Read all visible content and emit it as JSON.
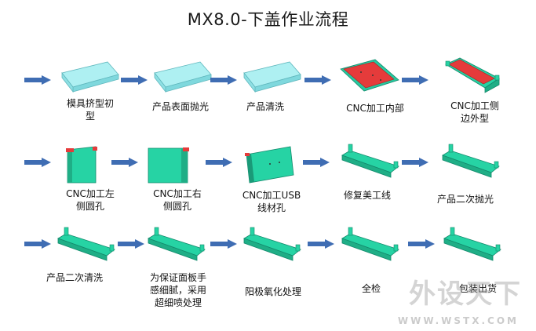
{
  "title": "MX8.0-下盖作业流程",
  "steps": [
    {
      "label": "模具挤型初型",
      "lines": [
        "模具挤型初",
        "型"
      ]
    },
    {
      "label": "产品表面抛光",
      "lines": [
        "产品表面抛光"
      ]
    },
    {
      "label": "产品清洗",
      "lines": [
        "产品清洗"
      ]
    },
    {
      "label": "CNC加工内部",
      "lines": [
        "CNC加工内部"
      ]
    },
    {
      "label": "CNC加工侧边外型",
      "lines": [
        "CNC加工侧",
        "边外型"
      ]
    },
    {
      "label": "CNC加工左侧圆孔",
      "lines": [
        "CNC加工左",
        "侧圆孔"
      ]
    },
    {
      "label": "CNC加工右侧圆孔",
      "lines": [
        "CNC加工右",
        "侧圆孔"
      ]
    },
    {
      "label": "CNC加工USB线材孔",
      "lines": [
        "CNC加工USB",
        "线材孔"
      ]
    },
    {
      "label": "修复美工线",
      "lines": [
        "修复美工线"
      ]
    },
    {
      "label": "产品二次抛光",
      "lines": [
        "产品二次抛光"
      ]
    },
    {
      "label": "产品二次清洗",
      "lines": [
        "产品二次清洗"
      ]
    },
    {
      "label": "为保证面板手感细腻，采用超细喷处理",
      "lines": [
        "为保证面板手",
        "感细腻，采用",
        "超细喷处理"
      ]
    },
    {
      "label": "阳极氧化处理",
      "lines": [
        "阳极氧化处理"
      ]
    },
    {
      "label": "全检",
      "lines": [
        "全检"
      ]
    },
    {
      "label": "包装出货",
      "lines": [
        "包装出货"
      ]
    }
  ],
  "colors": {
    "arrow": "#3f6db3",
    "part_light_cyan": "#a8ecef",
    "part_green": "#26d3a4",
    "part_teal": "#22c9b0",
    "machined_red": "#e53b3b"
  },
  "watermark": {
    "text": "外设天下",
    "url": "WWW.WSTX.COM"
  }
}
